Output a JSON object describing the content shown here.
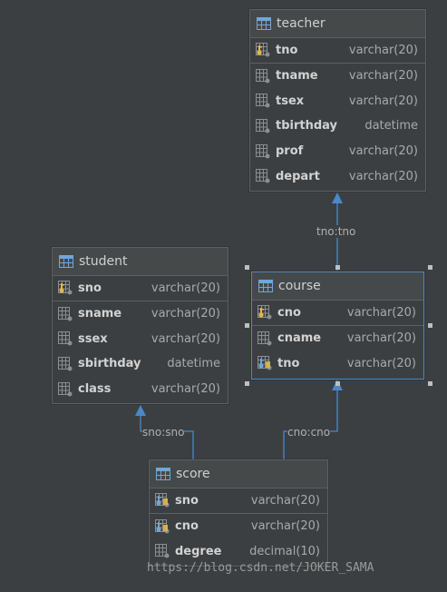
{
  "icons": {
    "table_color": "#6fa7d8",
    "column_color": "#8c8f91",
    "key_color": "#e2b84a",
    "fk_color": "#6fa7d8"
  },
  "link_color": "#4a88c7",
  "entities": {
    "teacher": {
      "name": "teacher",
      "columns": [
        {
          "name": "tno",
          "type": "varchar(20)",
          "icon": "primary-key-icon"
        },
        {
          "name": "tname",
          "type": "varchar(20)",
          "icon": "column-icon"
        },
        {
          "name": "tsex",
          "type": "varchar(20)",
          "icon": "column-icon"
        },
        {
          "name": "tbirthday",
          "type": "datetime",
          "icon": "column-icon"
        },
        {
          "name": "prof",
          "type": "varchar(20)",
          "icon": "column-icon"
        },
        {
          "name": "depart",
          "type": "varchar(20)",
          "icon": "column-icon"
        }
      ]
    },
    "student": {
      "name": "student",
      "columns": [
        {
          "name": "sno",
          "type": "varchar(20)",
          "icon": "primary-key-icon"
        },
        {
          "name": "sname",
          "type": "varchar(20)",
          "icon": "column-icon"
        },
        {
          "name": "ssex",
          "type": "varchar(20)",
          "icon": "column-icon"
        },
        {
          "name": "sbirthday",
          "type": "datetime",
          "icon": "column-icon"
        },
        {
          "name": "class",
          "type": "varchar(20)",
          "icon": "column-icon"
        }
      ]
    },
    "course": {
      "name": "course",
      "columns": [
        {
          "name": "cno",
          "type": "varchar(20)",
          "icon": "primary-key-icon"
        },
        {
          "name": "cname",
          "type": "varchar(20)",
          "icon": "column-icon"
        },
        {
          "name": "tno",
          "type": "varchar(20)",
          "icon": "foreign-key-icon"
        }
      ]
    },
    "score": {
      "name": "score",
      "columns": [
        {
          "name": "sno",
          "type": "varchar(20)",
          "icon": "foreign-key-icon"
        },
        {
          "name": "cno",
          "type": "varchar(20)",
          "icon": "foreign-key-icon"
        },
        {
          "name": "degree",
          "type": "decimal(10)",
          "icon": "column-icon"
        }
      ]
    }
  },
  "links": {
    "course_teacher": "tno:tno",
    "score_student": "sno:sno",
    "score_course": "cno:cno"
  },
  "watermark": "https://blog.csdn.net/JOKER_SAMA"
}
